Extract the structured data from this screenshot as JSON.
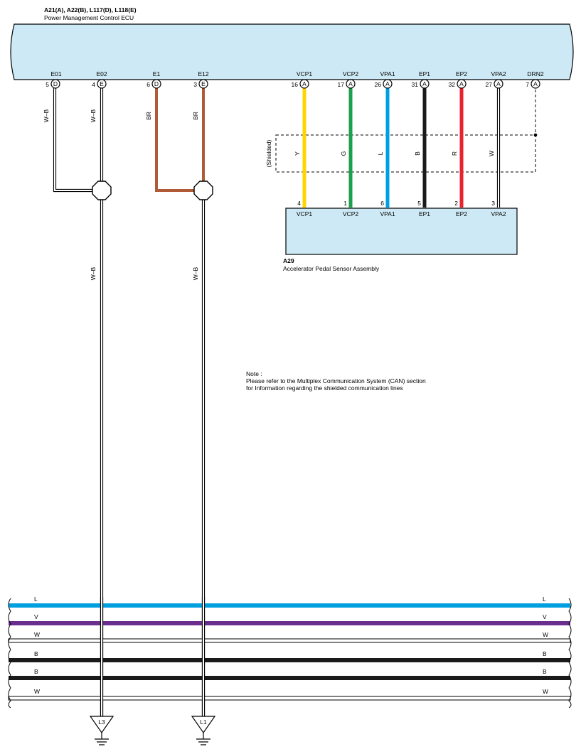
{
  "ecu": {
    "connectors_title": "A21(A), A22(B), L117(D), L118(E)",
    "name": "Power Management Control ECU",
    "pins": [
      {
        "label": "E01",
        "num": "5",
        "conn": "D"
      },
      {
        "label": "E02",
        "num": "4",
        "conn": "E"
      },
      {
        "label": "E1",
        "num": "6",
        "conn": "D"
      },
      {
        "label": "E12",
        "num": "3",
        "conn": "E"
      },
      {
        "label": "VCP1",
        "num": "16",
        "conn": "A"
      },
      {
        "label": "VCP2",
        "num": "17",
        "conn": "A"
      },
      {
        "label": "VPA1",
        "num": "26",
        "conn": "A"
      },
      {
        "label": "EP1",
        "num": "31",
        "conn": "A"
      },
      {
        "label": "EP2",
        "num": "32",
        "conn": "A"
      },
      {
        "label": "VPA2",
        "num": "27",
        "conn": "A"
      },
      {
        "label": "DRN2",
        "num": "7",
        "conn": "A"
      }
    ]
  },
  "ground_wires": [
    {
      "color_code": "W–B",
      "hex": "#ffffff"
    },
    {
      "color_code": "W–B",
      "hex": "#ffffff"
    },
    {
      "color_code": "BR",
      "hex": "#b05a36"
    },
    {
      "color_code": "BR",
      "hex": "#b05a36"
    },
    {
      "color_code": "W–B",
      "hex": "#ffffff"
    },
    {
      "color_code": "W–B",
      "hex": "#ffffff"
    }
  ],
  "signal_wires": [
    {
      "color_code": "Y",
      "hex": "#ffd500"
    },
    {
      "color_code": "G",
      "hex": "#1aa04e"
    },
    {
      "color_code": "L",
      "hex": "#00a0e0"
    },
    {
      "color_code": "B",
      "hex": "#1a1a1a"
    },
    {
      "color_code": "R",
      "hex": "#e8232d"
    },
    {
      "color_code": "W",
      "hex": "#ffffff"
    }
  ],
  "shield_label": "(Shielded)",
  "sensor": {
    "id": "A29",
    "name": "Accelerator Pedal Sensor Assembly",
    "pins": [
      {
        "label": "VCP1",
        "num": "4"
      },
      {
        "label": "VCP2",
        "num": "1"
      },
      {
        "label": "VPA1",
        "num": "6"
      },
      {
        "label": "EP1",
        "num": "5"
      },
      {
        "label": "EP2",
        "num": "2"
      },
      {
        "label": "VPA2",
        "num": "3"
      }
    ]
  },
  "note": {
    "line1": "Note :",
    "line2": "Please refer to the Multiplex Communication System (CAN) section",
    "line3": "for Information regarding the shielded communication lines"
  },
  "bus_wires": [
    {
      "code": "L",
      "hex": "#00a0e0"
    },
    {
      "code": "V",
      "hex": "#6a2f8e"
    },
    {
      "code": "W",
      "hex": "#ffffff"
    },
    {
      "code": "B",
      "hex": "#1a1a1a"
    },
    {
      "code": "B",
      "hex": "#1a1a1a"
    },
    {
      "code": "W",
      "hex": "#ffffff"
    }
  ],
  "grounds": [
    {
      "label": "L3"
    },
    {
      "label": "L1"
    }
  ],
  "colors": {
    "ecu_fill": "#cde9f5",
    "sensor_fill": "#cde9f5",
    "outline": "#000000"
  }
}
